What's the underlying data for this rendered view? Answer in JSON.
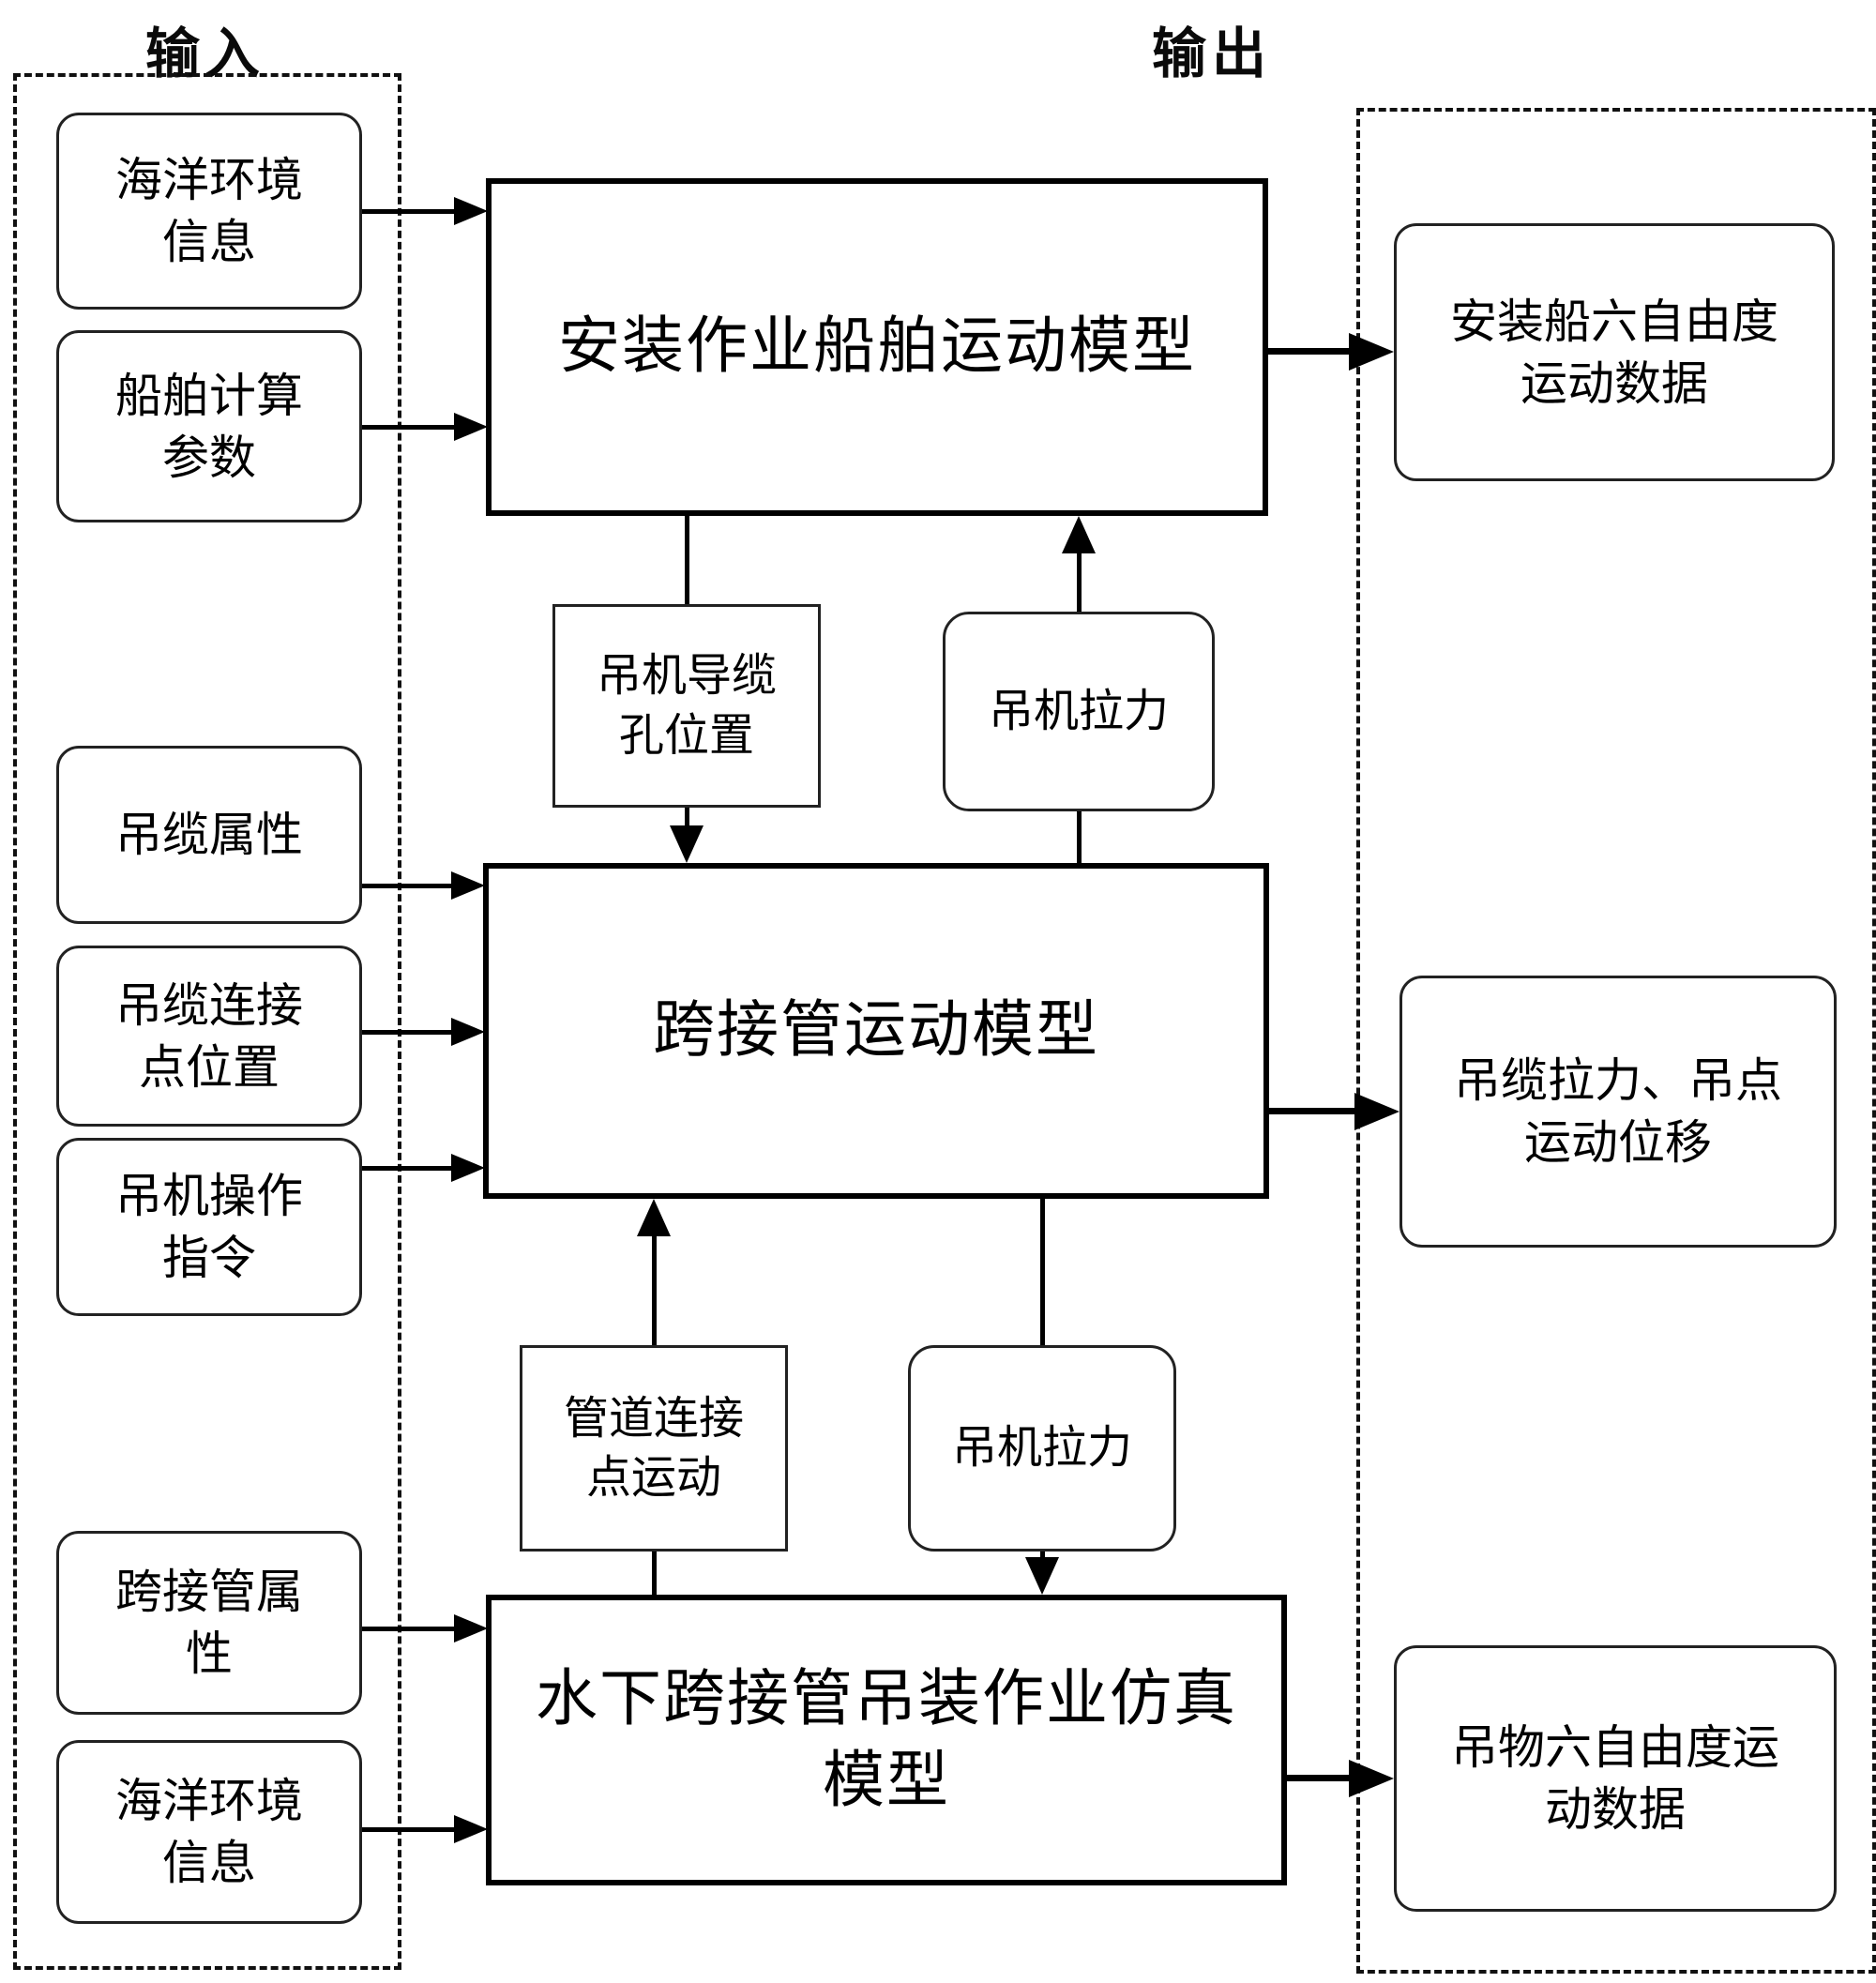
{
  "labels": {
    "input_group": "输入",
    "output_group": "输出"
  },
  "inputs": [
    {
      "label": "海洋环境\n信息"
    },
    {
      "label": "船舶计算\n参数"
    },
    {
      "label": "吊缆属性"
    },
    {
      "label": "吊缆连接\n点位置"
    },
    {
      "label": "吊机操作\n指令"
    },
    {
      "label": "跨接管属\n性"
    },
    {
      "label": "海洋环境\n信息"
    }
  ],
  "models": {
    "vessel": "安装作业船舶运动模型",
    "jumper": "跨接管运动模型",
    "simulation": "水下跨接管吊装作业仿真\n模型"
  },
  "connectors": {
    "fairlead_position": "吊机导缆\n孔位置",
    "crane_tension_upper": "吊机拉力",
    "pipe_connection_motion": "管道连接\n点运动",
    "crane_tension_lower": "吊机拉力"
  },
  "outputs": [
    {
      "label": "安装船六自由度\n运动数据"
    },
    {
      "label": "吊缆拉力、吊点\n运动位移"
    },
    {
      "label": "吊物六自由度运\n动数据"
    }
  ],
  "colors": {
    "line": "#000000",
    "border": "#222222",
    "background": "#ffffff"
  }
}
